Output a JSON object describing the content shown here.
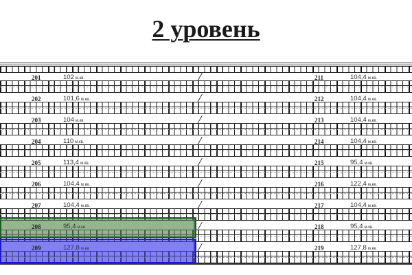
{
  "title": "2 уровень",
  "unit_suffix": "м.кв.",
  "colors": {
    "line": "#222222",
    "green_fill": "#a8c4a4",
    "green_border": "#1f5a22",
    "blue_fill": "#9c9cf6",
    "blue_border": "#1a1ad0"
  },
  "left_units": [
    {
      "number": "201",
      "area": "102"
    },
    {
      "number": "202",
      "area": "101,6"
    },
    {
      "number": "203",
      "area": "104"
    },
    {
      "number": "204",
      "area": "110"
    },
    {
      "number": "205",
      "area": "113,4"
    },
    {
      "number": "206",
      "area": "104,4"
    },
    {
      "number": "207",
      "area": "104,4"
    },
    {
      "number": "208",
      "area": "95,4",
      "highlight": "green"
    },
    {
      "number": "209",
      "area": "127,8",
      "highlight": "blue"
    }
  ],
  "right_units": [
    {
      "number": "211",
      "area": "104,4"
    },
    {
      "number": "212",
      "area": "104,4"
    },
    {
      "number": "213",
      "area": "104,4"
    },
    {
      "number": "214",
      "area": "104,4"
    },
    {
      "number": "215",
      "area": "95,4"
    },
    {
      "number": "216",
      "area": "122,4"
    },
    {
      "number": "217",
      "area": "104,4"
    },
    {
      "number": "218",
      "area": "95,4"
    },
    {
      "number": "219",
      "area": "127,8"
    }
  ]
}
